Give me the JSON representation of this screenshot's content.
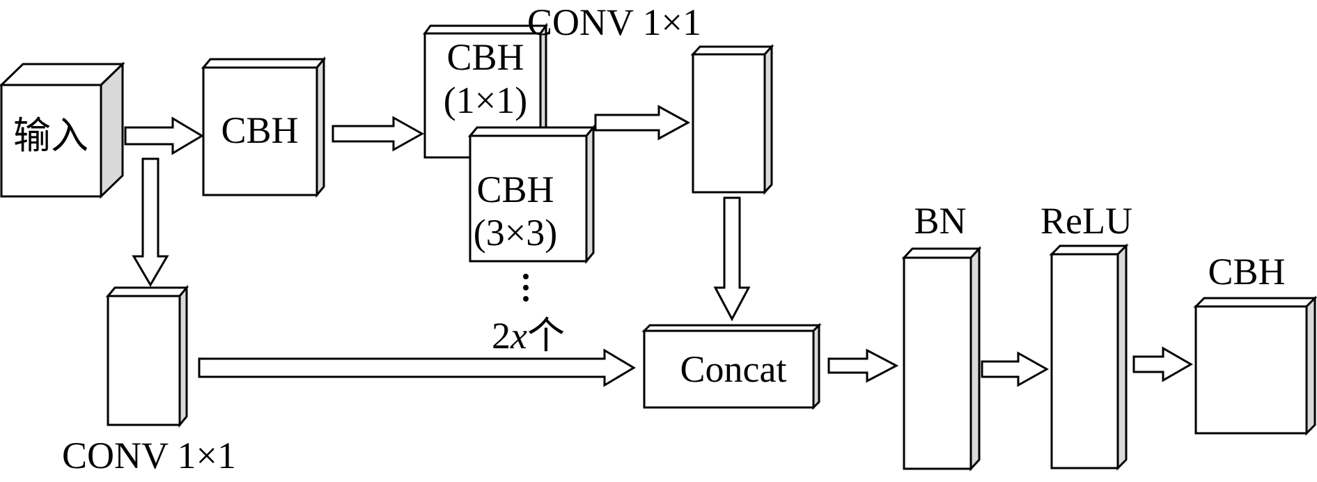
{
  "blocks": {
    "input": "输入",
    "cbh_first": "CBH",
    "cbh_1x1_line1": "CBH",
    "cbh_1x1_line2": "(1×1)",
    "cbh_3x3_line1": "CBH",
    "cbh_3x3_line2": "(3×3)",
    "repeat_count_prefix": "2",
    "repeat_count_var": "x",
    "repeat_count_suffix": "个",
    "conv_top": "CONV 1×1",
    "conv_bottom": "CONV 1×1",
    "concat": "Concat",
    "bn": "BN",
    "relu": "ReLU",
    "cbh_last": "CBH"
  }
}
